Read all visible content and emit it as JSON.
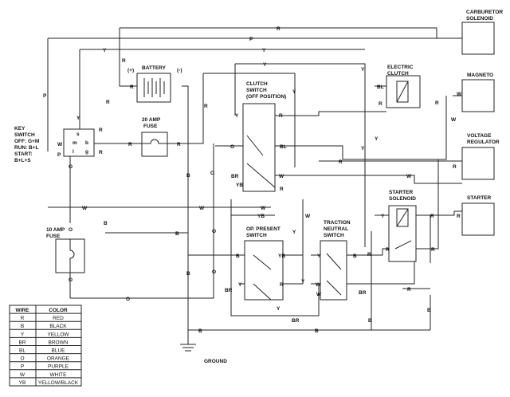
{
  "components": {
    "carburetor_solenoid": [
      "CARBURETOR",
      "SOLENOID"
    ],
    "magneto": "MAGNETO",
    "voltage_regulator": [
      "VOLTAGE",
      "REGULATOR"
    ],
    "starter": "STARTER",
    "battery": "BATTERY",
    "battery_pos": "(+)",
    "battery_neg": "(-)",
    "fuse20": [
      "20 AMP",
      "FUSE"
    ],
    "fuse10": [
      "10 AMP",
      "FUSE"
    ],
    "clutch_switch": [
      "CLUTCH",
      "SWITCH",
      "(OFF POSITION)"
    ],
    "electric_clutch": [
      "ELECTRIC",
      "CLUTCH"
    ],
    "op_present_switch": [
      "OP. PRESENT",
      "SWITCH"
    ],
    "traction_neutral_switch": [
      "TRACTION",
      "NEUTRAL",
      "SWITCH"
    ],
    "starter_solenoid": [
      "STARTER",
      "SOLENOID"
    ],
    "ground": "GROUND",
    "key_switch": [
      "KEY",
      "SWITCH",
      "OFF: G+M",
      "RUN: B+L",
      "START:",
      "B+L+S"
    ],
    "key_terminals": {
      "s": "s",
      "m": "m",
      "b": "b",
      "l": "l",
      "g": "g"
    }
  },
  "wire_codes": {
    "R": "R",
    "B": "B",
    "Y": "Y",
    "BR": "BR",
    "BL": "BL",
    "O": "O",
    "P": "P",
    "W": "W",
    "YB": "YB"
  },
  "legend": {
    "header_wire": "WIRE",
    "header_color": "COLOR",
    "rows": [
      {
        "wire": "R",
        "color": "RED"
      },
      {
        "wire": "B",
        "color": "BLACK"
      },
      {
        "wire": "Y",
        "color": "YELLOW"
      },
      {
        "wire": "BR",
        "color": "BROWN"
      },
      {
        "wire": "BL",
        "color": "BLUE"
      },
      {
        "wire": "O",
        "color": "ORANGE"
      },
      {
        "wire": "P",
        "color": "PURPLE"
      },
      {
        "wire": "W",
        "color": "WHITE"
      },
      {
        "wire": "YB",
        "color": "YELLOW/BLACK"
      }
    ]
  }
}
